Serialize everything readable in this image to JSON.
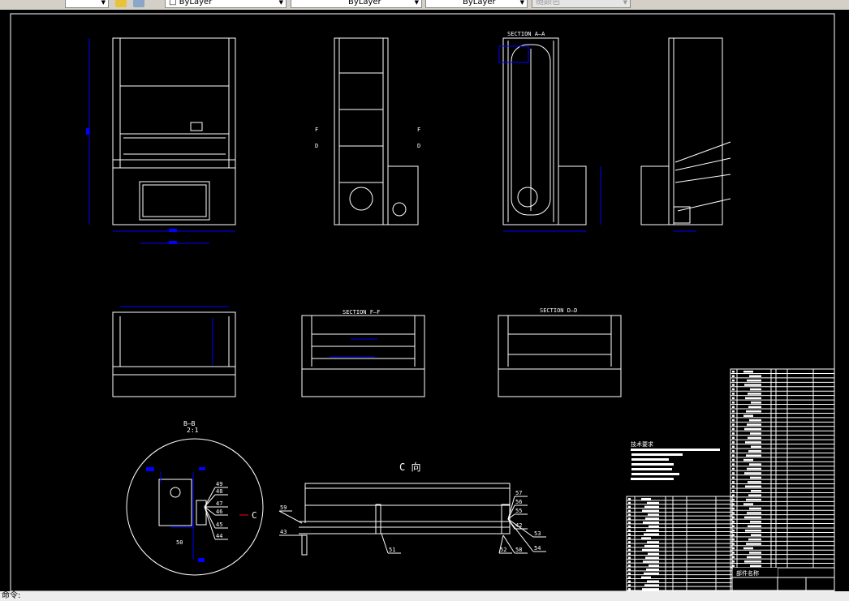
{
  "toolbar": {
    "layer_combo": "ByLayer",
    "linetype_combo": "ByLayer",
    "lineweight_combo": "ByLayer",
    "plotstyle_combo": "随颜色",
    "icons": [
      "layer-states-icon",
      "layers-icon"
    ]
  },
  "drawing": {
    "background": "#000000",
    "line_color": "#ffffff",
    "dimension_color": "#0000ff",
    "section_aa": "SECTION A—A",
    "section_ff": "SECTION F—F",
    "section_dd": "SECTION D—D",
    "detail_bb": "B—B",
    "detail_scale": "2:1",
    "view_c": "C 向",
    "view_c_marker": "C",
    "cut_f": "F",
    "cut_d": "D",
    "detail_labels": [
      "49",
      "48",
      "47",
      "46",
      "45",
      "44",
      "50"
    ],
    "view_c_labels_right": [
      "57",
      "56",
      "55",
      "42",
      "53",
      "54"
    ],
    "view_c_labels_bottom": [
      "52",
      "58",
      "51"
    ],
    "view_c_labels_left": [
      "59",
      "43"
    ],
    "tech_req_title": "技术要求",
    "title_block_name": "部件名称"
  },
  "status": {
    "command_prompt": "命令:"
  }
}
